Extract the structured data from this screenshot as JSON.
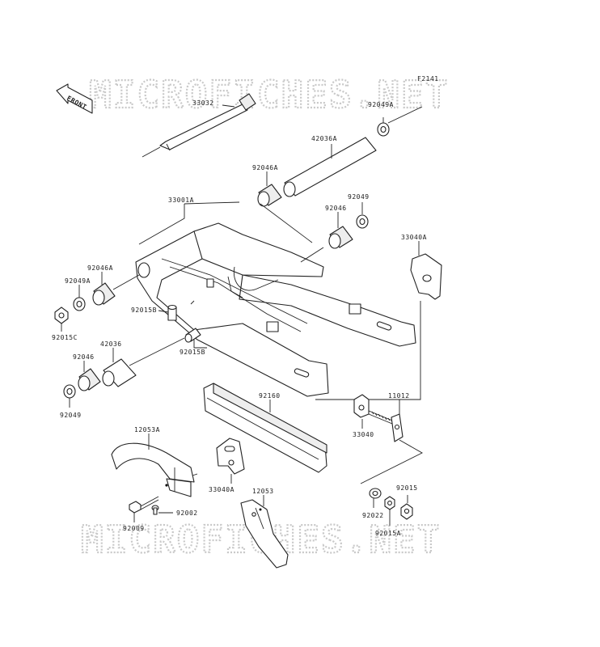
{
  "watermark": {
    "top": "MICROFICHES.NET",
    "bottom": "MICROFICHES.NET"
  },
  "figure_id": "F2141",
  "front_label": "FRONT",
  "callouts": {
    "c33032": "33032",
    "c92049a_top": "92049A",
    "c42036a": "42036A",
    "c92046a_top": "92046A",
    "c33001a": "33001A",
    "c92049_right": "92049",
    "c92046_right": "92046",
    "c33040a_right": "33040A",
    "c92046a_left": "92046A",
    "c92049a_left": "92049A",
    "c92015b_1": "92015B",
    "c92015c": "92015C",
    "c42036": "42036",
    "c92015b_2": "92015B",
    "c92046_left": "92046",
    "c92049_left": "92049",
    "c92160": "92160",
    "c11012": "11012",
    "c33040": "33040",
    "c12053a": "12053A",
    "c33040a_bottom": "33040A",
    "c12053": "12053",
    "c92015": "92015",
    "c92002": "92002",
    "c92009": "92009",
    "c92022": "92022",
    "c92015a": "92015A"
  }
}
